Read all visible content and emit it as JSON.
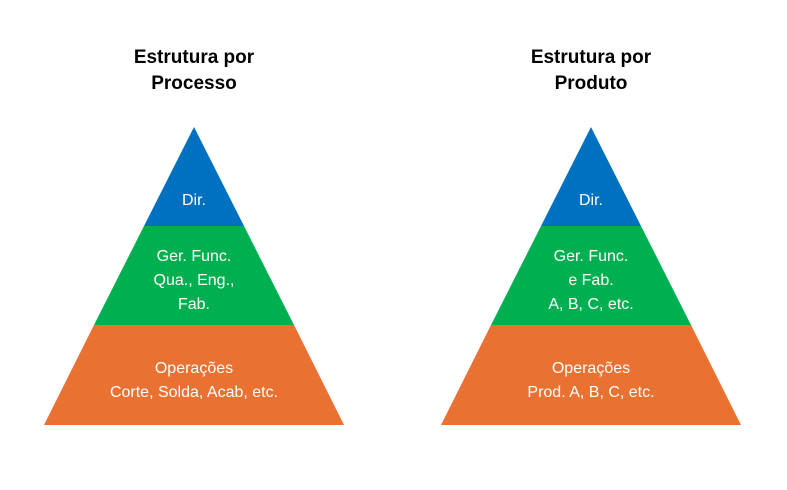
{
  "colors": {
    "top": "#0070C0",
    "middle": "#00B050",
    "bottom": "#E97132",
    "title": "#000000",
    "label": "#FFFFFF"
  },
  "pyramids": [
    {
      "title_line1": "Estrutura por",
      "title_line2": "Processo",
      "levels": [
        {
          "lines": [
            "Dir."
          ]
        },
        {
          "lines": [
            "Ger. Func.",
            "Qua., Eng.,",
            "Fab."
          ]
        },
        {
          "lines": [
            "Operações",
            "Corte, Solda, Acab, etc."
          ]
        }
      ]
    },
    {
      "title_line1": "Estrutura por",
      "title_line2": "Produto",
      "levels": [
        {
          "lines": [
            "Dir."
          ]
        },
        {
          "lines": [
            "Ger. Func.",
            "e Fab.",
            "A, B, C, etc."
          ]
        },
        {
          "lines": [
            "Operações",
            "Prod. A, B, C, etc."
          ]
        }
      ]
    }
  ]
}
